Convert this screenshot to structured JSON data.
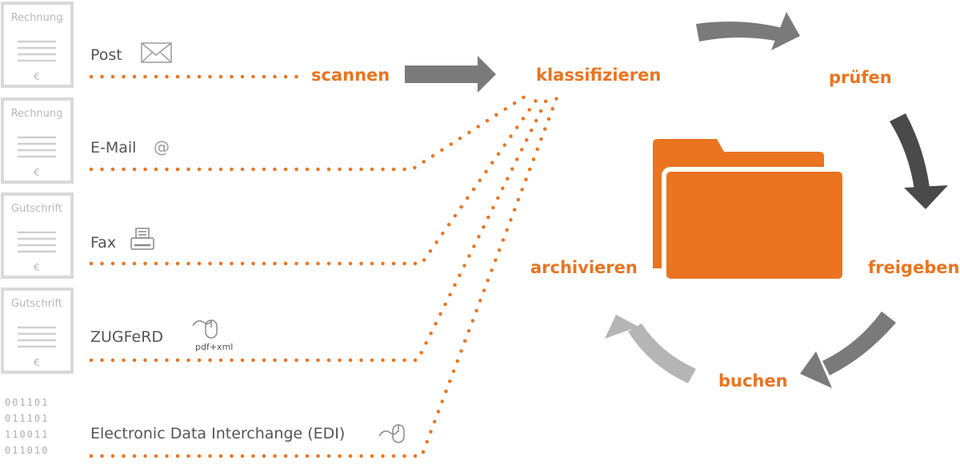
{
  "documents": [
    {
      "title": "Rechnung",
      "currency": "€"
    },
    {
      "title": "Rechnung",
      "currency": "€"
    },
    {
      "title": "Gutschrift",
      "currency": "€"
    },
    {
      "title": "Gutschrift",
      "currency": "€"
    }
  ],
  "edi_bits": [
    "001101",
    "011101",
    "110011",
    "011010"
  ],
  "channels": [
    {
      "label": "Post",
      "icon": "envelope-icon"
    },
    {
      "label": "E-Mail",
      "icon": "at-icon"
    },
    {
      "label": "Fax",
      "icon": "fax-icon"
    },
    {
      "label": "ZUGFeRD",
      "icon": "mouse-icon",
      "sublabel": "pdf+xml"
    },
    {
      "label": "Electronic Data Interchange (EDI)",
      "icon": "mouse-icon"
    }
  ],
  "steps": {
    "scan": "scannen",
    "classify": "klassifizieren",
    "check": "prüfen",
    "approve": "freigeben",
    "book": "buchen",
    "archive": "archivieren"
  },
  "colors": {
    "accent": "#ea7420",
    "arrow_gray": "#7a7a7a",
    "arrow_dark": "#4a4a4a",
    "arrow_light": "#b5b5b5",
    "doc_gray": "#d9d9d9"
  }
}
